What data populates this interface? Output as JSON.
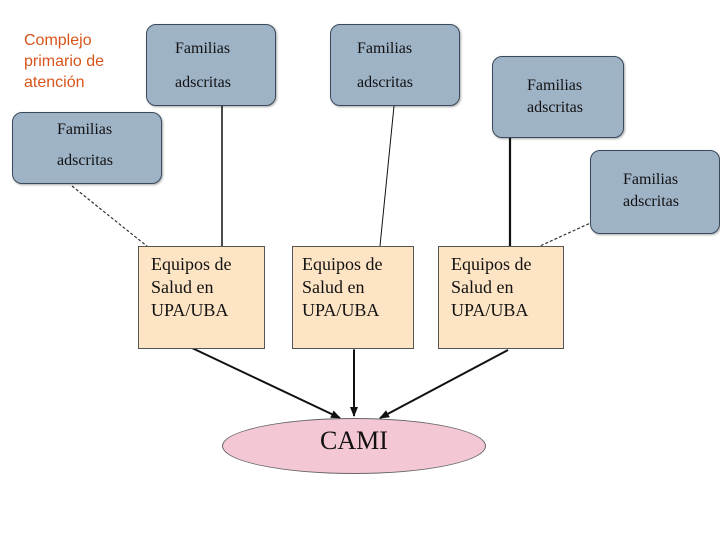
{
  "title": "Complejo primario de atención",
  "families": {
    "f1": {
      "line1": "Familias",
      "line2": "adscritas"
    },
    "f2": {
      "line1": "Familias",
      "line2": "adscritas"
    },
    "f3": {
      "line1": "Familias",
      "line2": "adscritas"
    },
    "f4": {
      "line1": "Familias",
      "line2": "adscritas"
    },
    "f5": {
      "line1": "Familias",
      "line2": "adscritas"
    }
  },
  "teams": {
    "t1": {
      "line1": "Equipos de",
      "line2": "Salud en",
      "line3": "UPA/UBA"
    },
    "t2": {
      "line1": "Equipos de",
      "line2": "Salud en",
      "line3": "UPA/UBA"
    },
    "t3": {
      "line1": "Equipos de",
      "line2": "Salud en",
      "line3": "UPA/UBA"
    }
  },
  "center": {
    "label": "CAMI"
  },
  "colors": {
    "title": "#d9541b",
    "family_box": "#9fb3c7",
    "team_box": "#fde4c4",
    "center_ellipse": "#f3c7d3"
  }
}
